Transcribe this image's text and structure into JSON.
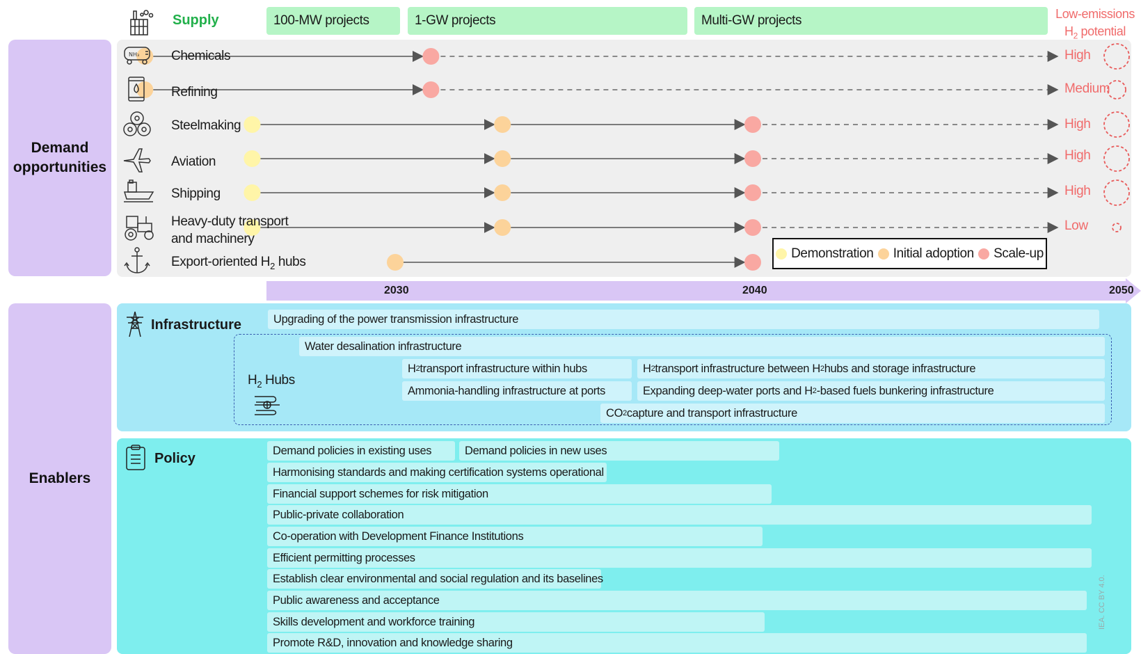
{
  "colors": {
    "supply_bar": "#b6f5c6",
    "supply_label": "#22b04b",
    "side_panel": "#d9c6f5",
    "demonstration": "#fff5a8",
    "initial_adoption": "#fcd39a",
    "scale_up": "#f9a8a2",
    "potential_text": "#f06b6b",
    "infrastructure_bg": "#a6e8f7",
    "policy_bg": "#7eeeee",
    "timeline_arrow": "#d9c6f5"
  },
  "supply": {
    "label": "Supply",
    "icon": "hydrogen-plant-icon",
    "phases": [
      "100-MW projects",
      "1-GW projects",
      "Multi-GW projects"
    ],
    "potential_header_line1": "Low-emissions",
    "potential_header_line2": "H",
    "potential_header_sub": "2",
    "potential_header_line2b": " potential"
  },
  "demand": {
    "title_line1": "Demand",
    "title_line2": "opportunities",
    "rows": [
      {
        "label": "Chemicals",
        "icon": "ammonia-tank-icon",
        "potential": "High",
        "potential_size": 3,
        "milestones": [
          {
            "year": 2023,
            "stage": "initial_adoption"
          },
          {
            "year": 2031,
            "stage": "scale_up"
          }
        ],
        "dashed_from": 2031
      },
      {
        "label": "Refining",
        "icon": "oil-barrel-icon",
        "potential": "Medium",
        "potential_size": 2,
        "milestones": [
          {
            "year": 2023,
            "stage": "initial_adoption"
          },
          {
            "year": 2031,
            "stage": "scale_up"
          }
        ],
        "dashed_from": 2031
      },
      {
        "label": "Steelmaking",
        "icon": "steel-coils-icon",
        "potential": "High",
        "potential_size": 3,
        "milestones": [
          {
            "year": 2026,
            "stage": "demonstration"
          },
          {
            "year": 2033,
            "stage": "initial_adoption"
          },
          {
            "year": 2040,
            "stage": "scale_up"
          }
        ],
        "dashed_from": 2040
      },
      {
        "label": "Aviation",
        "icon": "airplane-icon",
        "potential": "High",
        "potential_size": 3,
        "milestones": [
          {
            "year": 2026,
            "stage": "demonstration"
          },
          {
            "year": 2033,
            "stage": "initial_adoption"
          },
          {
            "year": 2040,
            "stage": "scale_up"
          }
        ],
        "dashed_from": 2040
      },
      {
        "label": "Shipping",
        "icon": "ship-icon",
        "potential": "High",
        "potential_size": 3,
        "milestones": [
          {
            "year": 2026,
            "stage": "demonstration"
          },
          {
            "year": 2033,
            "stage": "initial_adoption"
          },
          {
            "year": 2040,
            "stage": "scale_up"
          }
        ],
        "dashed_from": 2040
      },
      {
        "label": "Heavy-duty transport",
        "label2": "and machinery",
        "icon": "tractor-icon",
        "potential": "Low",
        "potential_size": 1,
        "milestones": [
          {
            "year": 2026,
            "stage": "demonstration"
          },
          {
            "year": 2033,
            "stage": "initial_adoption"
          },
          {
            "year": 2040,
            "stage": "scale_up"
          }
        ],
        "dashed_from": 2040
      },
      {
        "label": "Export-oriented H",
        "label_sub": "2",
        "label_after": " hubs",
        "icon": "anchor-icon",
        "potential": "",
        "potential_size": 0,
        "milestones": [
          {
            "year": 2030,
            "stage": "initial_adoption"
          },
          {
            "year": 2040,
            "stage": "scale_up"
          }
        ],
        "dashed_from": null
      }
    ]
  },
  "legend": {
    "demonstration": "Demonstration",
    "initial_adoption": "Initial  adoption",
    "scale_up": "Scale-up"
  },
  "timeline": {
    "years": [
      "2030",
      "2040",
      "2050"
    ]
  },
  "enablers": {
    "title": "Enablers",
    "infrastructure": {
      "title": "Infrastructure",
      "icon": "transmission-tower-icon",
      "bars": {
        "power": "Upgrading of the power transmission infrastructure",
        "water": "Water desalination infrastructure",
        "h2_within_pre": "H",
        "h2_within_sub": "2",
        "h2_within_post": " transport infrastructure within hubs",
        "h2_between_pre": "H",
        "h2_between_sub": "2",
        "h2_between_mid": " transport infrastructure between H",
        "h2_between_sub2": "2",
        "h2_between_post": " hubs and storage infrastructure",
        "ammonia": "Ammonia-handling infrastructure at ports",
        "deepwater_pre": "Expanding deep-water ports and H",
        "deepwater_sub": "2",
        "deepwater_post": "-based fuels bunkering infrastructure",
        "co2_pre": "CO",
        "co2_sub": "2",
        "co2_post": " capture and transport infrastructure"
      },
      "hubs_label": "H",
      "hubs_sub": "2",
      "hubs_after": " Hubs",
      "hubs_icon": "pipelines-icon"
    },
    "policy": {
      "title": "Policy",
      "icon": "clipboard-icon",
      "items": [
        "Demand policies in existing uses",
        "Demand policies in new uses",
        "Harmonising standards and making certification systems operational",
        "Financial support schemes for risk mitigation",
        "Public-private collaboration",
        "Co-operation with Development Finance Institutions",
        "Efficient  permitting processes",
        "Establish clear environmental and social regulation and its baselines",
        "Public awareness and acceptance",
        "Skills development and workforce training",
        "Promote R&D, innovation and knowledge sharing"
      ]
    }
  },
  "watermark": "IEA. CC BY 4.0."
}
